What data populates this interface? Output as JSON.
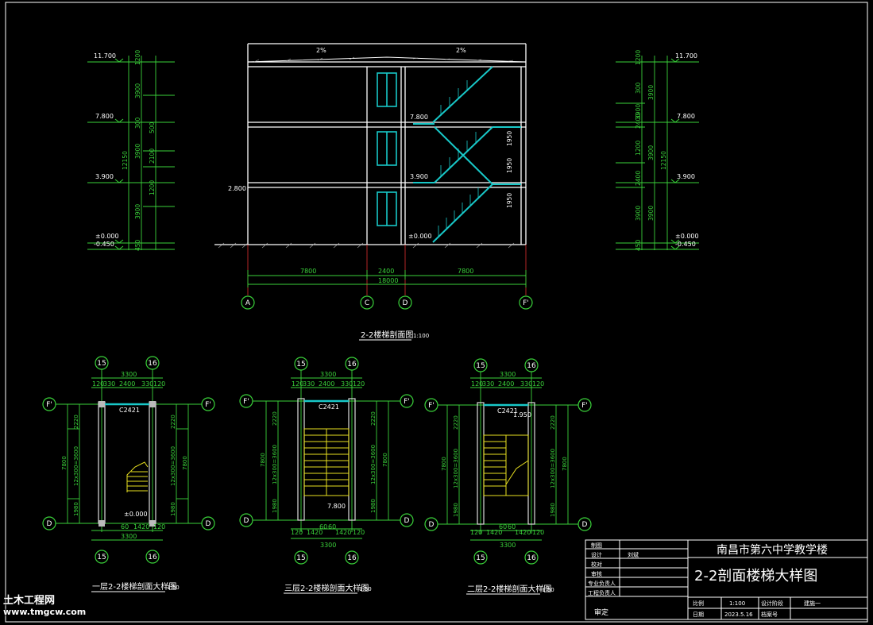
{
  "watermark": {
    "name": "土木工程网",
    "url": "www.tmgcw.com"
  },
  "section": {
    "title": "2-2楼梯剖面图",
    "scale": "1:100",
    "slope_labels": [
      "2%",
      "2%"
    ],
    "left_levels": [
      "11.700",
      "7.800",
      "3.900",
      "±0.000",
      "-0.450"
    ],
    "right_levels": [
      "11.700",
      "7.800",
      "3.900",
      "±0.000",
      "-0.450"
    ],
    "left_dims_inner": [
      "1200",
      "3900",
      "300",
      "3900",
      "3900",
      "450"
    ],
    "left_dims_mid": [
      "500",
      "2100",
      "1200"
    ],
    "left_total": "12150",
    "right_dims_inner": [
      "1200",
      "300",
      "3900",
      "2400",
      "1200",
      "2400",
      "3900",
      "450"
    ],
    "right_dims_mid": [
      "3900",
      "3900",
      "3900"
    ],
    "right_total": "12150",
    "inner_levels": [
      "7.800",
      "3.900",
      "±0.000",
      "2.800"
    ],
    "stair_dims": [
      "1950",
      "1950",
      "1950"
    ],
    "bottom_dims": [
      "7800",
      "2400",
      "7800"
    ],
    "bottom_total": "18000",
    "axes": [
      "A",
      "C",
      "D",
      "F'"
    ]
  },
  "plans": [
    {
      "title": "一层2-2楼梯剖面大样图",
      "scale": "1:50",
      "top_axes": [
        "15",
        "16"
      ],
      "top_dims": [
        "3300",
        "120",
        "330",
        "2400",
        "330",
        "120"
      ],
      "side_axes": [
        "F'",
        "D"
      ],
      "left_dims": [
        "2220",
        "7800",
        "12x300=3600",
        "1980"
      ],
      "right_dims": [
        "2220",
        "12x300=3600",
        "7800",
        "1980"
      ],
      "window": "C2421",
      "bottom_dims": [
        "60",
        "1420",
        "120",
        "3300"
      ],
      "level": "±0.000",
      "bottom_axes": [
        "15",
        "16"
      ]
    },
    {
      "title": "三层2-2楼梯剖面大样图",
      "scale": "1:50",
      "top_axes": [
        "15",
        "16"
      ],
      "top_dims": [
        "3300",
        "120",
        "330",
        "2400",
        "330",
        "120"
      ],
      "side_axes": [
        "F'",
        "D"
      ],
      "left_dims": [
        "2220",
        "7800",
        "12x300=3600",
        "1980"
      ],
      "right_dims": [
        "2220",
        "12x300=3600",
        "7800",
        "1980"
      ],
      "window": "C2421",
      "bottom_dims": [
        "120",
        "1420",
        "60",
        "60",
        "1420",
        "120",
        "3300"
      ],
      "level": "7.800",
      "bottom_axes": [
        "15",
        "16"
      ]
    },
    {
      "title": "二层2-2楼梯剖面大样图",
      "scale": "1:50",
      "top_axes": [
        "15",
        "16"
      ],
      "top_dims": [
        "3300",
        "120",
        "330",
        "2400",
        "330",
        "120"
      ],
      "side_axes": [
        "F'",
        "D"
      ],
      "left_dims": [
        "2220",
        "7800",
        "12x300=3600",
        "1980"
      ],
      "right_dims": [
        "2220",
        "12x300=3600",
        "7800",
        "1980"
      ],
      "window": "C2421",
      "bottom_dims": [
        "120",
        "1420",
        "60",
        "60",
        "1420",
        "120",
        "3300"
      ],
      "level": "1.950",
      "bottom_axes": [
        "15",
        "16"
      ]
    }
  ],
  "title_block": {
    "project": "南昌市第六中学教学楼",
    "drawing_name": "2-2剖面楼梯大样图",
    "rows": [
      {
        "label": "制图",
        "value": ""
      },
      {
        "label": "设计",
        "value": "刘斌"
      },
      {
        "label": "校对",
        "value": ""
      },
      {
        "label": "审核",
        "value": ""
      },
      {
        "label": "专业负责人",
        "value": ""
      },
      {
        "label": "工程负责人",
        "value": ""
      }
    ],
    "approve_label": "审定",
    "scale_label": "比例",
    "scale_value": "1:100",
    "stage_label": "设计阶段",
    "stage_value": "建施一",
    "date_label": "日期",
    "date_value": "2023.5.16",
    "archive_label": "档案号"
  }
}
